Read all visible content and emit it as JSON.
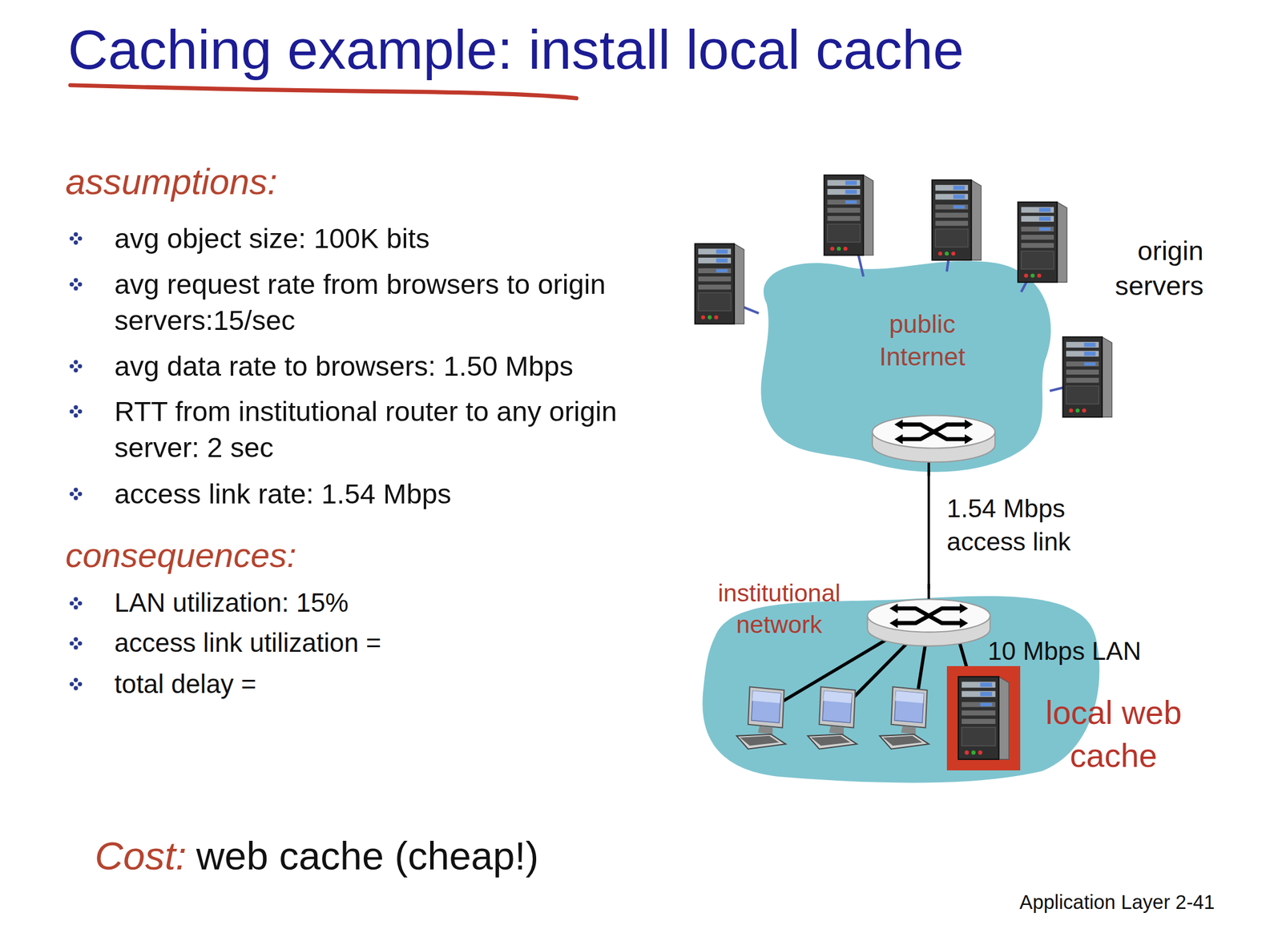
{
  "diagram": {
    "title": "Caching example: install local cache",
    "nodes": [
      {
        "text": [
          "public Internet"
        ]
      },
      {
        "text": [
          "institutional network"
        ]
      },
      {
        "text": [
          "local web cache"
        ],
        "in": 1
      }
    ],
    "edges": [
      {
        "from": 0,
        "to": 1,
        "label": "1.54 Mbps access link",
        "arrow": "none"
      }
    ],
    "labels": [
      "assumptions:",
      "avg object size: 100K bits",
      "avg request rate from browsers to origin servers:15/sec",
      "avg data rate to browsers: 1.50 Mbps",
      "RTT from institutional router to any origin server: 2 sec",
      "access link rate: 1.54 Mbps",
      "consequences:",
      "LAN utilization: 15%",
      "access link utilization =",
      "total delay =",
      "Cost:",
      "web cache (cheap!)",
      "origin servers",
      "10 Mbps LAN",
      "Application Layer 2-41"
    ]
  }
}
